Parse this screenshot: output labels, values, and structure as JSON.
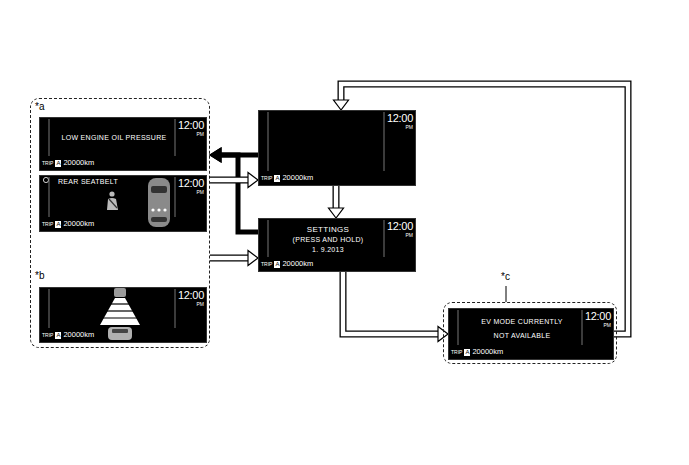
{
  "diagram": {
    "nodes": [
      {
        "text": [
          "*a",
          "*b"
        ]
      },
      {
        "text": [
          "LOW ENGINE OIL PRESSURE",
          "12:00",
          "PM",
          "TRIP",
          "A",
          "20000km"
        ],
        "in": 0
      },
      {
        "text": [
          "REAR SEATBELT",
          "12:00",
          "PM",
          "TRIP",
          "A",
          "20000km"
        ],
        "in": 0
      },
      {
        "text": [
          "12:00",
          "PM",
          "TRIP",
          "A",
          "20000km"
        ],
        "in": 0
      },
      {
        "text": [
          "12:00",
          "PM",
          "TRIP",
          "A",
          "20000km"
        ]
      },
      {
        "text": [
          "SETTINGS",
          "(PRESS AND HOLD)",
          "1. 9.2013",
          "12:00",
          "PM",
          "TRIP",
          "A",
          "20000km"
        ]
      },
      {
        "text": [
          "*c"
        ]
      },
      {
        "text": [
          "EV MODE CURRENTLY NOT AVAILABLE",
          "12:00",
          "PM",
          "TRIP",
          "A",
          "20000km"
        ],
        "in": 6
      }
    ],
    "edges": [
      {
        "from": 4,
        "to": 5,
        "arrow": "to"
      },
      {
        "from": 5,
        "to": 7,
        "arrow": "to"
      },
      {
        "from": 7,
        "to": 4,
        "arrow": "to"
      },
      {
        "from": 4,
        "to": 0,
        "arrow": "to"
      },
      {
        "from": 5,
        "to": 0,
        "arrow": "to"
      },
      {
        "from": 0,
        "to": 4,
        "arrow": "to"
      },
      {
        "from": 0,
        "to": 5,
        "arrow": "to"
      }
    ]
  }
}
